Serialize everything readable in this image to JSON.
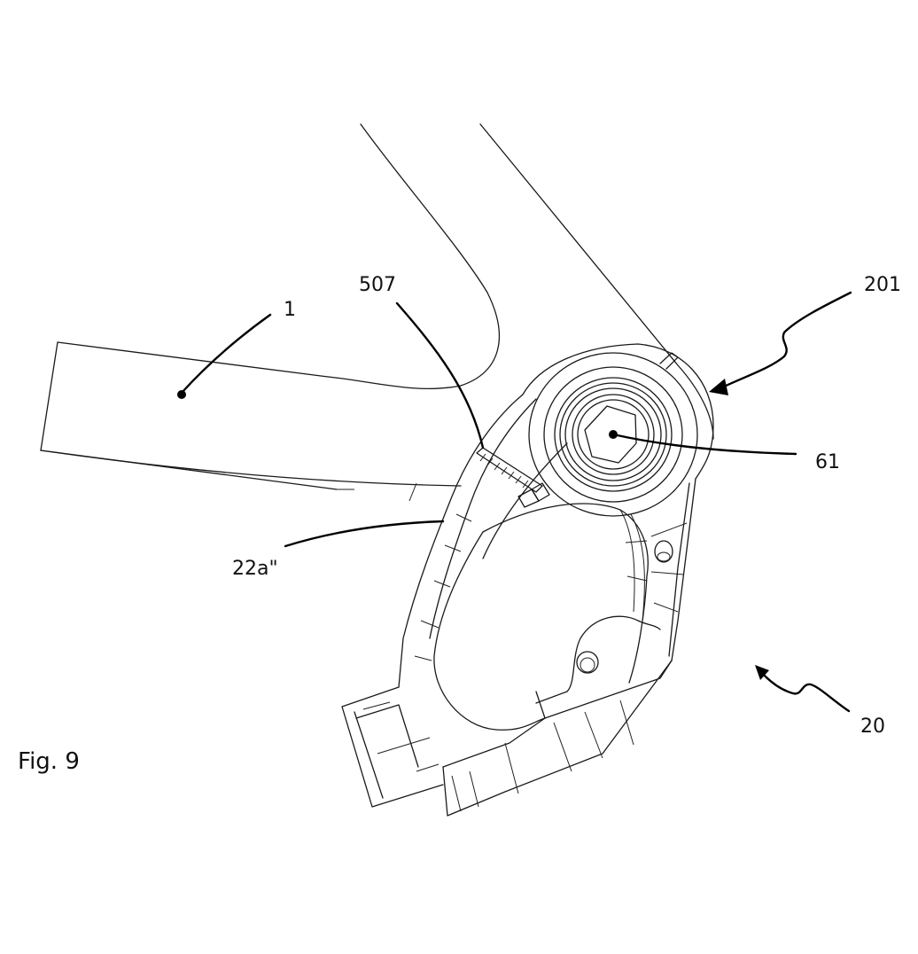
{
  "figure": {
    "caption": "Fig. 9"
  },
  "reference_numerals": {
    "frame_tube": "1",
    "screw": "507",
    "dropout_assembly": "201",
    "axle_bolt": "61",
    "bracket_portion": "22a\"",
    "derailleur_hanger": "20"
  },
  "colors": {
    "line": "#1a1a1a",
    "background": "#ffffff"
  }
}
